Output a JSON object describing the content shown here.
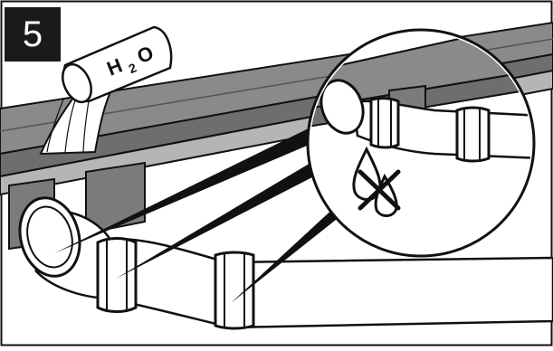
{
  "step": {
    "number": "5"
  },
  "labels": {
    "water": "H",
    "water_subscript": "2",
    "water_suffix": "O"
  },
  "icons": {
    "no_drip": "no-leak-drop-icon"
  },
  "colors": {
    "outline": "#111111",
    "shelf_gray": "#8a8a8a",
    "shelf_dark": "#6e6e6e",
    "shelf_light": "#b5b5b5",
    "pipe_white": "#ffffff",
    "badge": "#1a1a1a"
  }
}
